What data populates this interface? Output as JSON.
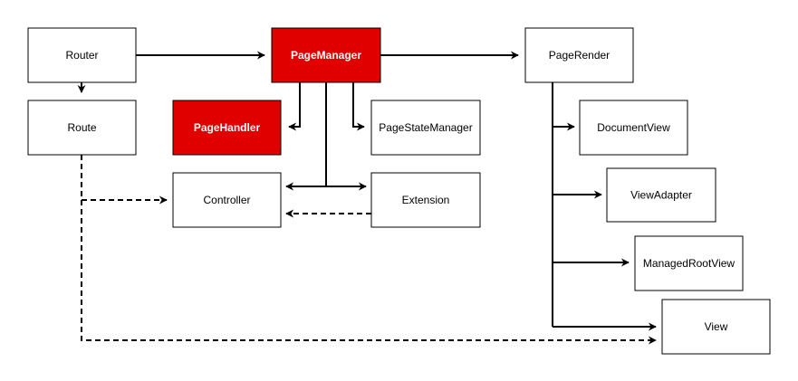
{
  "colors": {
    "highlight": "#e10000",
    "default_fill": "#ffffff",
    "highlight_text": "#ffffff",
    "default_text": "#000000",
    "stroke": "#000000"
  },
  "nodes": {
    "router": {
      "label": "Router",
      "highlight": false
    },
    "page_manager": {
      "label": "PageManager",
      "highlight": true
    },
    "page_render": {
      "label": "PageRender",
      "highlight": false
    },
    "route": {
      "label": "Route",
      "highlight": false
    },
    "page_handler": {
      "label": "PageHandler",
      "highlight": true
    },
    "page_state_manager": {
      "label": "PageStateManager",
      "highlight": false
    },
    "controller": {
      "label": "Controller",
      "highlight": false
    },
    "extension": {
      "label": "Extension",
      "highlight": false
    },
    "document_view": {
      "label": "DocumentView",
      "highlight": false
    },
    "view_adapter": {
      "label": "ViewAdapter",
      "highlight": false
    },
    "managed_root_view": {
      "label": "ManagedRootView",
      "highlight": false
    },
    "view": {
      "label": "View",
      "highlight": false
    }
  },
  "edges": [
    {
      "from": "router",
      "to": "page_manager",
      "style": "solid"
    },
    {
      "from": "page_manager",
      "to": "page_render",
      "style": "solid"
    },
    {
      "from": "router",
      "to": "route",
      "style": "solid"
    },
    {
      "from": "page_manager",
      "to": "page_handler",
      "style": "solid"
    },
    {
      "from": "page_manager",
      "to": "page_state_manager",
      "style": "solid"
    },
    {
      "from": "page_manager",
      "to": "controller",
      "style": "solid"
    },
    {
      "from": "page_manager",
      "to": "extension",
      "style": "solid"
    },
    {
      "from": "extension",
      "to": "controller",
      "style": "dashed"
    },
    {
      "from": "route",
      "to": "controller",
      "style": "dashed"
    },
    {
      "from": "route",
      "to": "view",
      "style": "dashed"
    },
    {
      "from": "page_render",
      "to": "document_view",
      "style": "solid"
    },
    {
      "from": "page_render",
      "to": "view_adapter",
      "style": "solid"
    },
    {
      "from": "page_render",
      "to": "managed_root_view",
      "style": "solid"
    },
    {
      "from": "page_render",
      "to": "view",
      "style": "solid"
    }
  ]
}
